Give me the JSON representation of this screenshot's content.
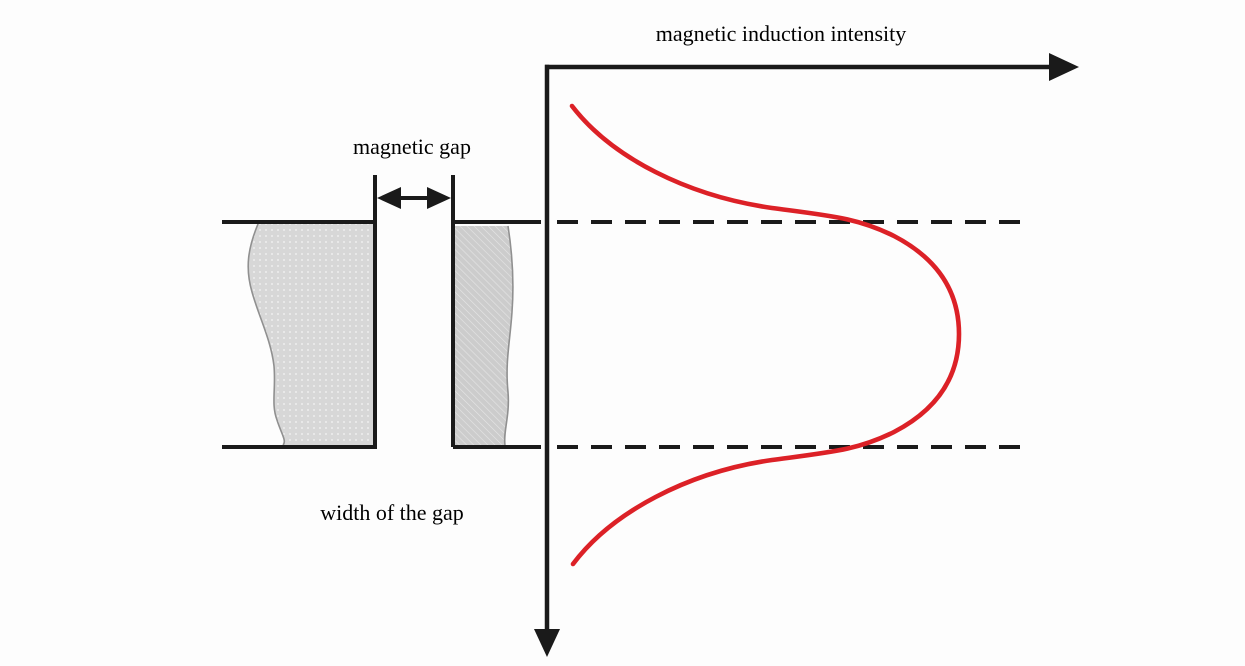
{
  "labels": {
    "axis_title": "magnetic induction intensity",
    "gap": "magnetic gap",
    "gap_width": "width of the gap"
  },
  "colors": {
    "background": "#fdfdfd",
    "line": "#1a1a1a",
    "curve": "#dc2127",
    "pole-left-fill": "#d7d7d7",
    "pole-right-fill": "#cccccc",
    "pole-edge": "#909090",
    "text": "#000000"
  }
}
